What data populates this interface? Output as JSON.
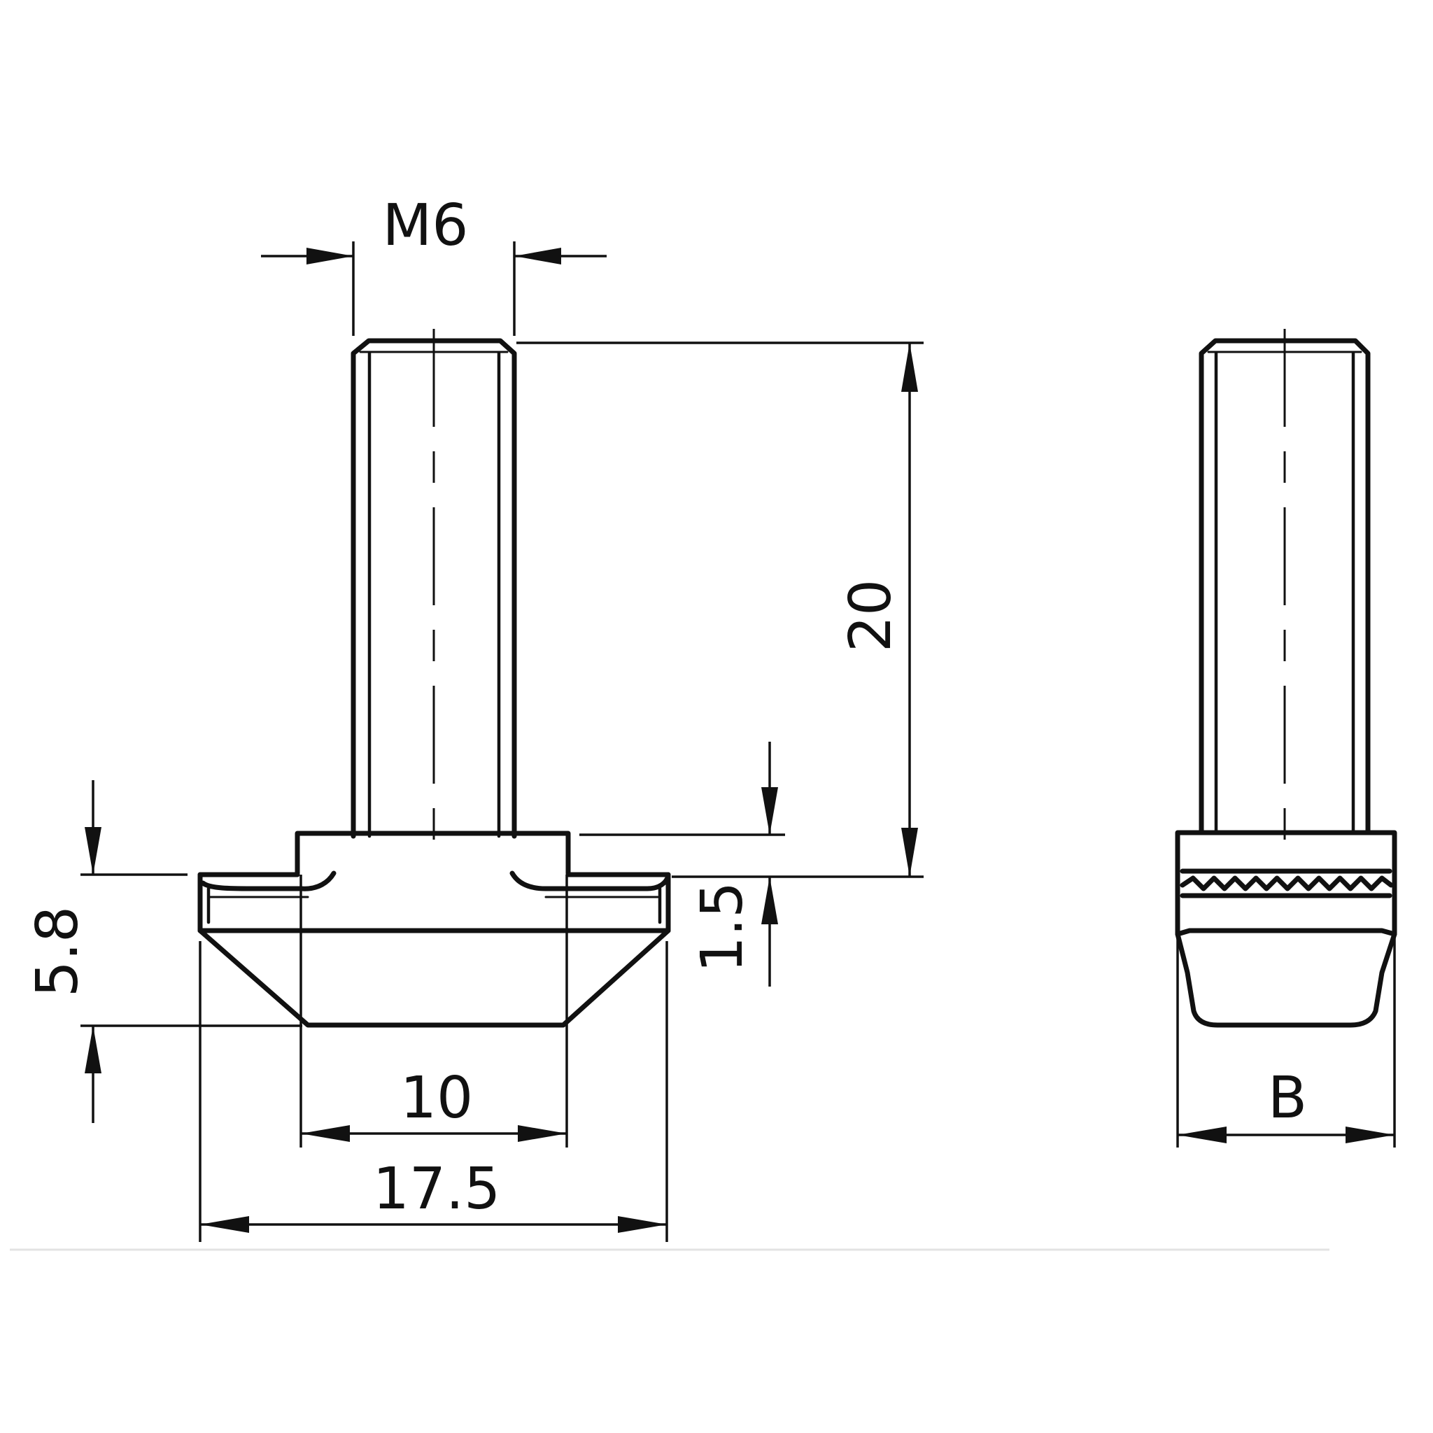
{
  "drawing": {
    "dimensions": {
      "thread": "M6",
      "length": "20",
      "height": "5.8",
      "neck": "1.5",
      "inner_width": "10",
      "outer_width": "17.5",
      "side_width": "B"
    }
  }
}
